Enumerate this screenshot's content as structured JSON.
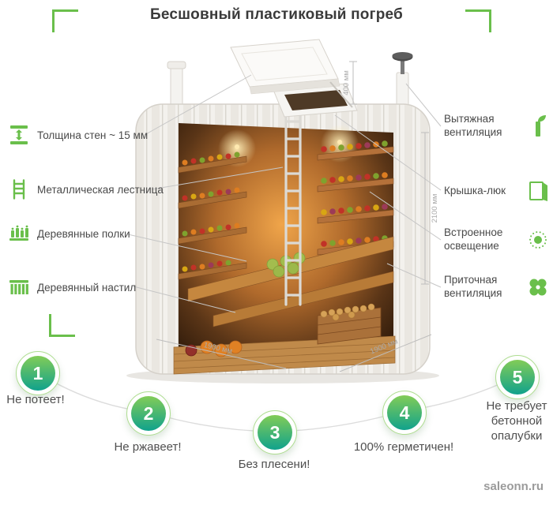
{
  "title": "Бесшовный пластиковый погреб",
  "left_features": [
    {
      "label": "Толщина стен ~ 15 мм",
      "icon": "wall-thickness-icon"
    },
    {
      "label": "Металлическая лестница",
      "icon": "ladder-icon"
    },
    {
      "label": "Деревянные полки",
      "icon": "wooden-shelves-icon"
    },
    {
      "label": "Деревянный настил",
      "icon": "wooden-decking-icon"
    }
  ],
  "right_features": [
    {
      "label": "Вытяжная вентиляция",
      "icon": "exhaust-ventilation-icon"
    },
    {
      "label": "Крышка-люк",
      "icon": "hatch-lid-icon"
    },
    {
      "label": "Встроенное освещение",
      "icon": "built-in-light-icon"
    },
    {
      "label": "Приточная вентиляция",
      "icon": "supply-ventilation-icon"
    }
  ],
  "dimensions": {
    "lid_height": "400 мм",
    "body_height": "2100 мм",
    "width_left": "1900 мм",
    "width_right": "1900 мм"
  },
  "benefits": [
    {
      "number": "1",
      "label": "Не потеет!"
    },
    {
      "number": "2",
      "label": "Не ржавеет!"
    },
    {
      "number": "3",
      "label": "Без плесени!"
    },
    {
      "number": "4",
      "label": "100% герметичен!"
    },
    {
      "number": "5",
      "label": "Не требует бетонной опалубки"
    }
  ],
  "watermark": "saleonn.ru",
  "colors": {
    "accent_green": "#6abf4b",
    "circle_gradient_top": "#82cc57",
    "circle_gradient_bottom": "#10a28c",
    "text_dark": "#4a4a4a",
    "line_gray": "#c6c6c6",
    "dimension_gray": "#ababab"
  }
}
